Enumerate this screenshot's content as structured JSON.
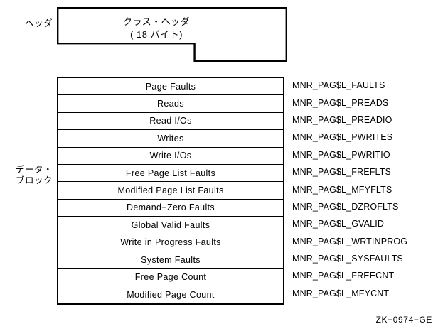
{
  "figure": {
    "id_label": "ZK−0974−GE"
  },
  "side_labels": {
    "header": "ヘッダ",
    "data_block": "データ・\nブロック"
  },
  "header_block": {
    "title": "クラス・ヘッダ",
    "size_note": "( 18 バイト)"
  },
  "data_block": {
    "rows": [
      {
        "label": "Page Faults",
        "symbol": "MNR_PAG$L_FAULTS"
      },
      {
        "label": "Reads",
        "symbol": "MNR_PAG$L_PREADS"
      },
      {
        "label": "Read I/Os",
        "symbol": "MNR_PAG$L_PREADIO"
      },
      {
        "label": "Writes",
        "symbol": "MNR_PAG$L_PWRITES"
      },
      {
        "label": "Write I/Os",
        "symbol": "MNR_PAG$L_PWRITIO"
      },
      {
        "label": "Free Page List Faults",
        "symbol": "MNR_PAG$L_FREFLTS"
      },
      {
        "label": "Modified Page List Faults",
        "symbol": "MNR_PAG$L_MFYFLTS"
      },
      {
        "label": "Demand−Zero Faults",
        "symbol": "MNR_PAG$L_DZROFLTS"
      },
      {
        "label": "Global Valid Faults",
        "symbol": "MNR_PAG$L_GVALID"
      },
      {
        "label": "Write in Progress Faults",
        "symbol": "MNR_PAG$L_WRTINPROG"
      },
      {
        "label": "System Faults",
        "symbol": "MNR_PAG$L_SYSFAULTS"
      },
      {
        "label": "Free Page Count",
        "symbol": "MNR_PAG$L_FREECNT"
      },
      {
        "label": "Modified Page Count",
        "symbol": "MNR_PAG$L_MFYCNT"
      }
    ]
  },
  "colors": {
    "stroke": "#000000",
    "background": "#ffffff"
  }
}
